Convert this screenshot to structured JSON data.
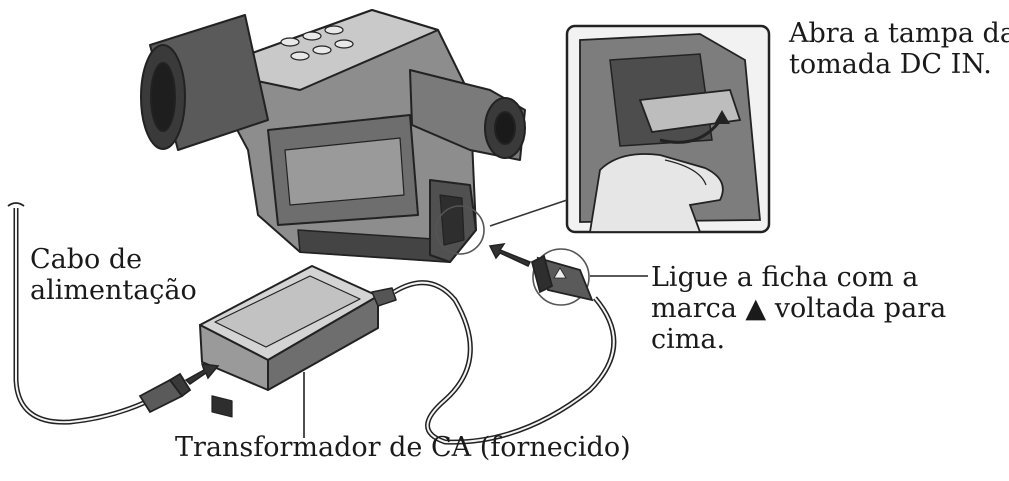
{
  "labels": {
    "open_cover": [
      "Abra a tampa da",
      "tomada DC IN."
    ],
    "power_cable": [
      "Cabo de",
      "alimentação"
    ],
    "plug": [
      "Ligue a ficha com a",
      "marca ▲ voltada para",
      "cima."
    ],
    "ac_adapter": "Transformador de CA (fornecido)"
  },
  "colors": {
    "line": "#222222",
    "body_light": "#d6d6d6",
    "body_mid": "#9a9a9a",
    "body_dark": "#4a4a4a"
  }
}
